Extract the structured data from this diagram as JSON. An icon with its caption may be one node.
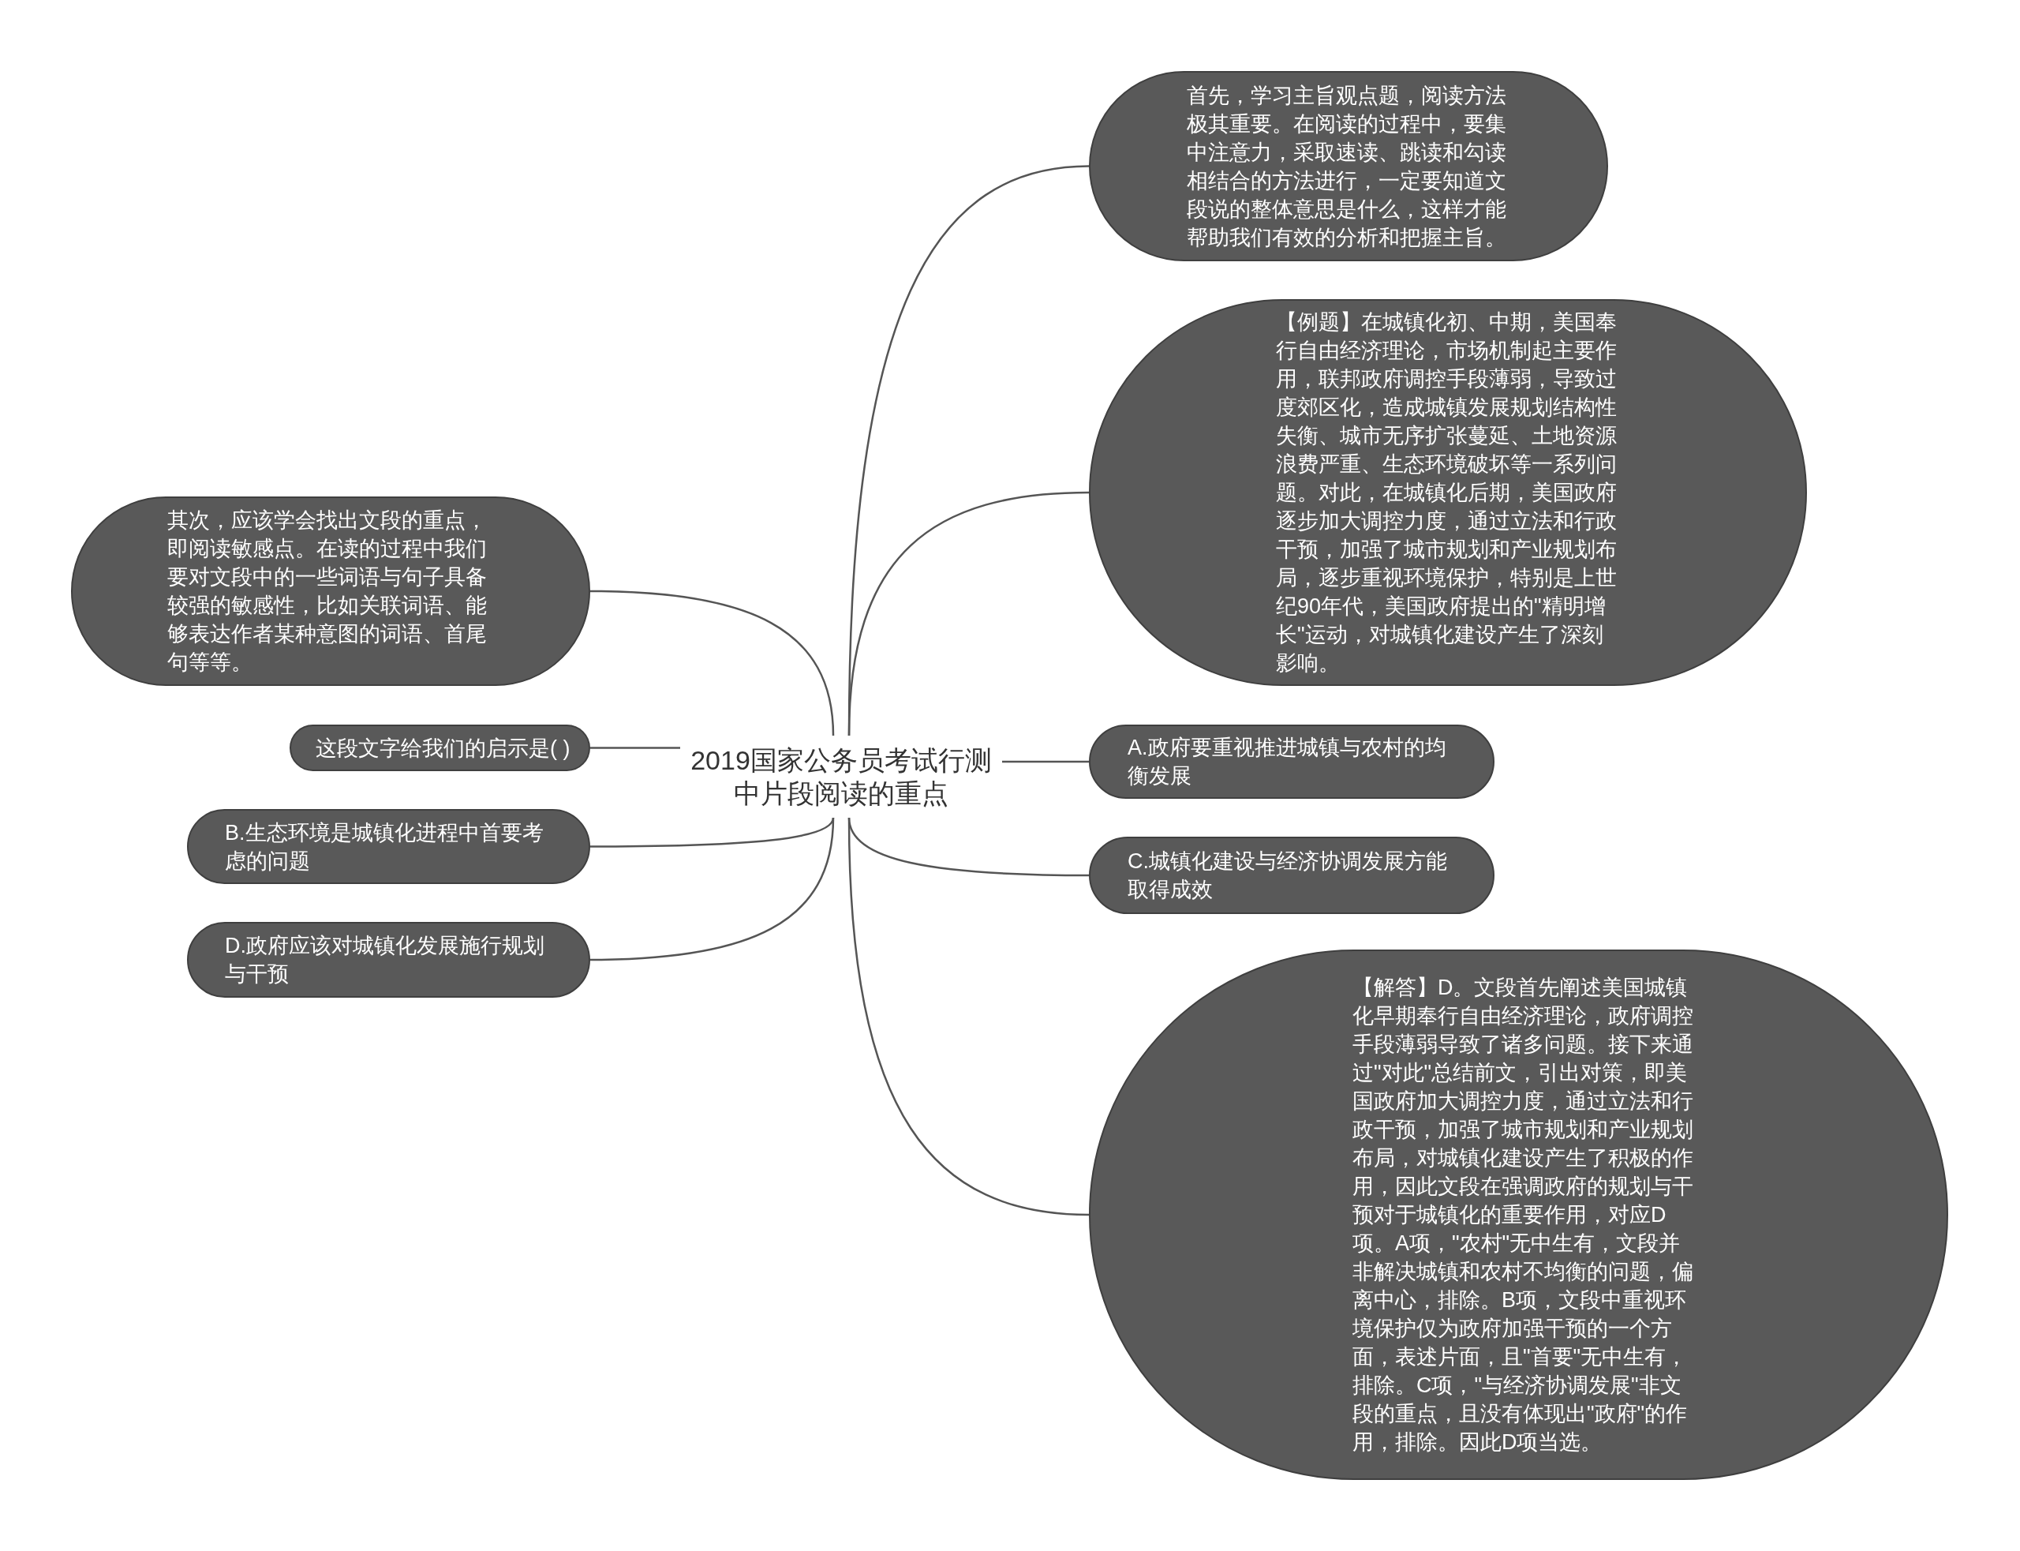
{
  "diagram": {
    "nodes": [
      {
        "text": [
          "2019国家公务员考试行测中片段阅读的重点"
        ]
      },
      {
        "text": [
          "首先，学习主旨观点题，阅读方法极其重要。在阅读的过程中，要集中注意力，采取速读、跳读和勾读相结合的方法进行，一定要知道文段说的整体意思是什么，这样才能帮助我们有效的分析和把握主旨。"
        ]
      },
      {
        "text": [
          "【例题】在城镇化初、中期，美国奉行自由经济理论，市场机制起主要作用，联邦政府调控手段薄弱，导致过度郊区化，造成城镇发展规划结构性失衡、城市无序扩张蔓延、土地资源浪费严重、生态环境破坏等一系列问题。对此，在城镇化后期，美国政府逐步加大调控力度，通过立法和行政干预，加强了城市规划和产业规划布局，逐步重视环境保护，特别是上世纪90年代，美国政府提出的\"精明增长\"运动，对城镇化建设产生了深刻影响。"
        ]
      },
      {
        "text": [
          "A.政府要重视推进城镇与农村的均衡发展"
        ]
      },
      {
        "text": [
          "C.城镇化建设与经济协调发展方能取得成效"
        ]
      },
      {
        "text": [
          "【解答】D。文段首先阐述美国城镇化早期奉行自由经济理论，政府调控手段薄弱导致了诸多问题。接下来通过\"对此\"总结前文，引出对策，即美国政府加大调控力度，通过立法和行政干预，加强了城市规划和产业规划布局，对城镇化建设产生了积极的作用，因此文段在强调政府的规划与干预对于城镇化的重要作用，对应D项。A项，\"农村\"无中生有，文段并非解决城镇和农村不均衡的问题，偏离中心，排除。B项，文段中重视环境保护仅为政府加强干预的一个方面，表述片面，且\"首要\"无中生有，排除。C项，\"与经济协调发展\"非文段的重点，且没有体现出\"政府\"的作用，排除。因此D项当选。"
        ]
      },
      {
        "text": [
          "其次，应该学会找出文段的重点，即阅读敏感点。在读的过程中我们要对文段中的一些词语与句子具备较强的敏感性，比如关联词语、能够表达作者某种意图的词语、首尾句等等。"
        ]
      },
      {
        "text": [
          "这段文字给我们的启示是( )"
        ]
      },
      {
        "text": [
          "B.生态环境是城镇化进程中首要考虑的问题"
        ]
      },
      {
        "text": [
          "D.政府应该对城镇化发展施行规划与干预"
        ]
      }
    ],
    "edges": [
      {
        "from": 0,
        "to": 1,
        "arrow": "none"
      },
      {
        "from": 0,
        "to": 2,
        "arrow": "none"
      },
      {
        "from": 0,
        "to": 3,
        "arrow": "none"
      },
      {
        "from": 0,
        "to": 4,
        "arrow": "none"
      },
      {
        "from": 0,
        "to": 5,
        "arrow": "none"
      },
      {
        "from": 0,
        "to": 6,
        "arrow": "none"
      },
      {
        "from": 0,
        "to": 7,
        "arrow": "none"
      },
      {
        "from": 0,
        "to": 8,
        "arrow": "none"
      },
      {
        "from": 0,
        "to": 9,
        "arrow": "none"
      }
    ]
  }
}
